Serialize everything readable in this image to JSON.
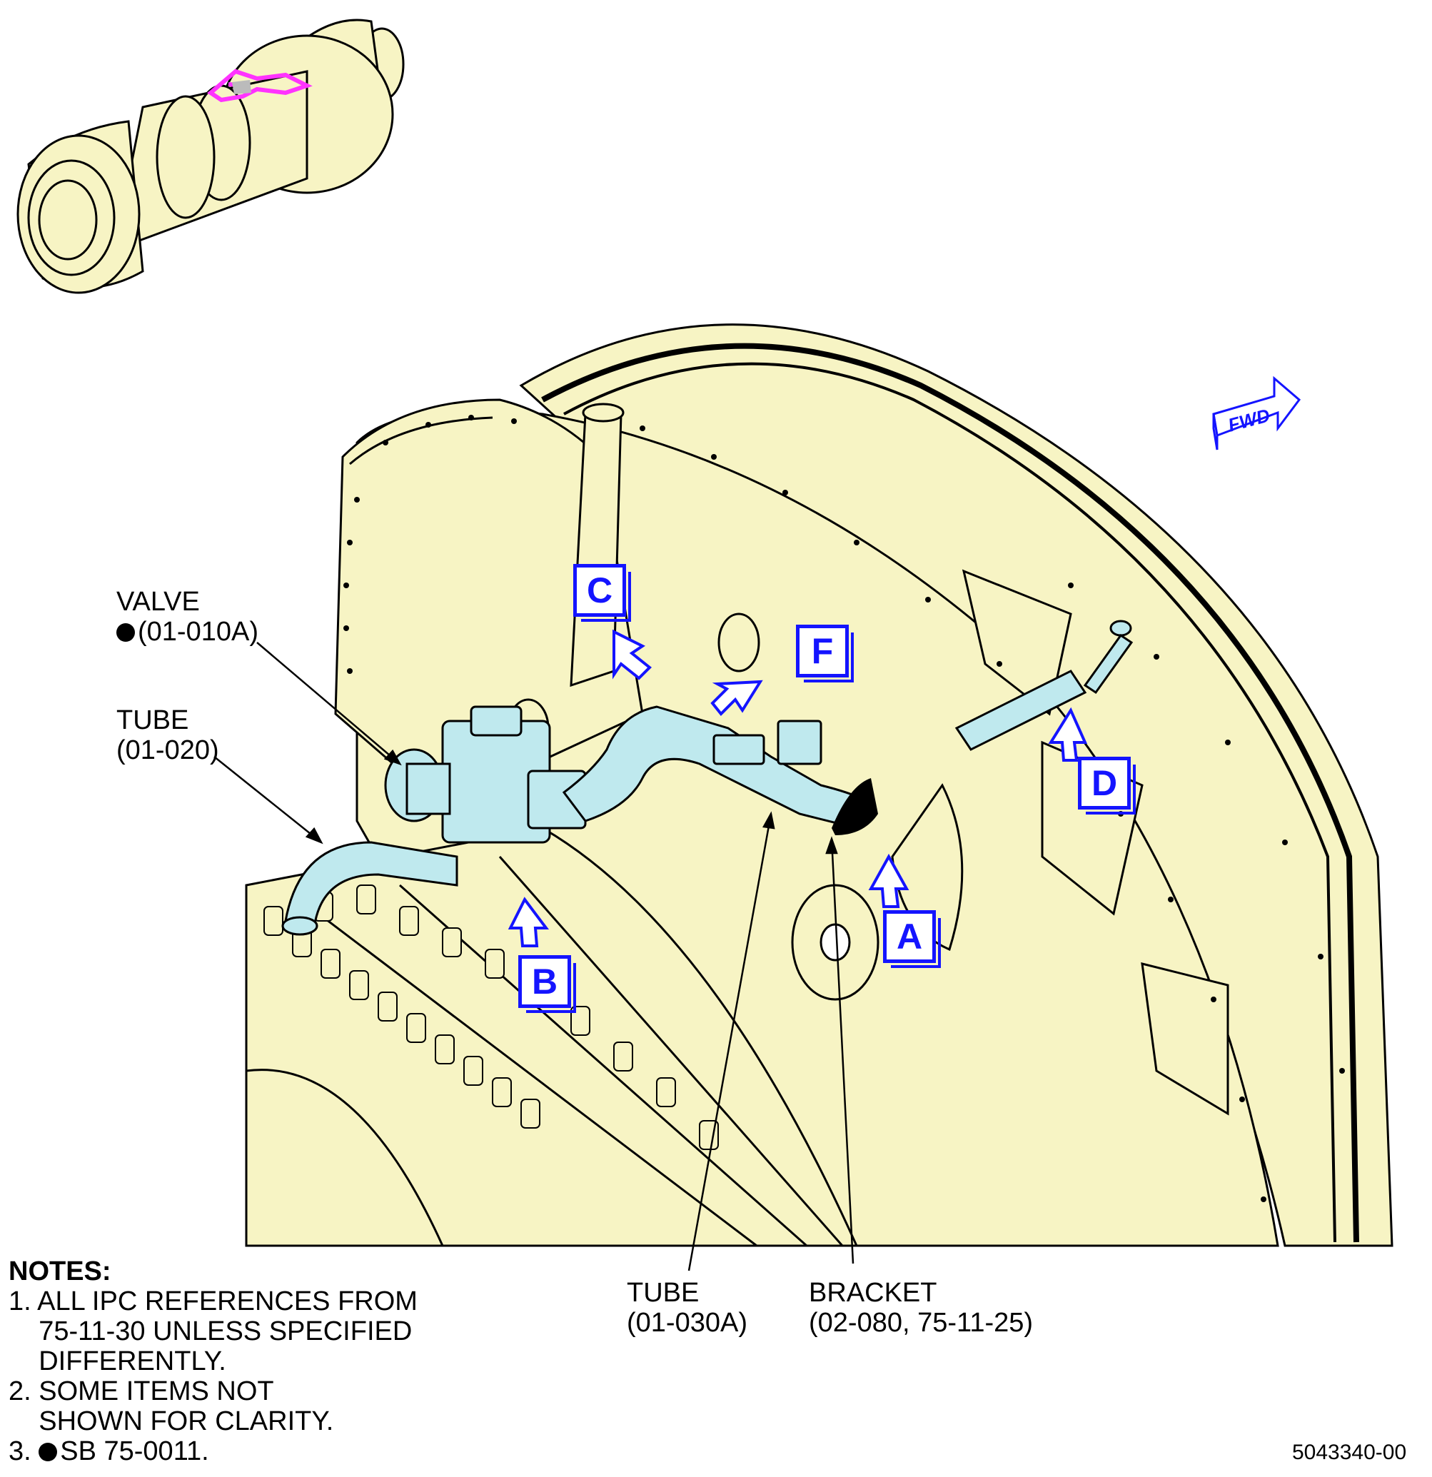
{
  "labels": {
    "valve": {
      "name": "VALVE",
      "ref": "(01-010A)"
    },
    "tube_upper": {
      "name": "TUBE",
      "ref": "(01-020)"
    },
    "tube_lower": {
      "name": "TUBE",
      "ref": "(01-030A)"
    },
    "bracket": {
      "name": "BRACKET",
      "ref": "(02-080, 75-11-25)"
    }
  },
  "callouts": {
    "a": "A",
    "b": "B",
    "c": "C",
    "d": "D",
    "f": "F"
  },
  "direction_tag": "FWD",
  "notes": {
    "title": "NOTES:",
    "items": [
      "1. ALL IPC REFERENCES FROM",
      "    75-11-30 UNLESS SPECIFIED",
      "    DIFFERENTLY.",
      "2. SOME ITEMS NOT",
      "    SHOWN FOR CLARITY.",
      "3. ",
      "SB 75-0011."
    ]
  },
  "figure_number": "5043340-00",
  "colors": {
    "engine_fill": "#f7f4c4",
    "tube_fill": "#bfe9ee",
    "callout_blue": "#1414ff",
    "locator_magenta": "#ff33ff"
  }
}
